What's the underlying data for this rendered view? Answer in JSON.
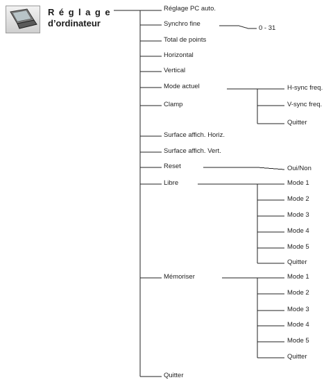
{
  "title": {
    "line1": "Réglage",
    "line2": "d’ordinateur",
    "icon": "laptop-icon"
  },
  "menu": {
    "items": [
      "Réglage PC auto.",
      "Synchro fine",
      "Total de points",
      "Horizontal",
      "Vertical",
      "Mode actuel",
      "Clamp",
      "Surface affich. Horiz.",
      "Surface affich. Vert.",
      "Reset",
      "Libre",
      "Mémoriser",
      "Quitter"
    ],
    "synchro_range": "0 - 31",
    "mode_actuel_sub": [
      "H-sync freq.",
      "V-sync freq.",
      "Quitter"
    ],
    "reset_sub": "Oui/Non",
    "libre_sub": [
      "Mode 1",
      "Mode 2",
      "Mode 3",
      "Mode 4",
      "Mode 5",
      "Quitter"
    ],
    "memoriser_sub": [
      "Mode 1",
      "Mode 2",
      "Mode 3",
      "Mode 4",
      "Mode 5",
      "Quitter"
    ]
  }
}
